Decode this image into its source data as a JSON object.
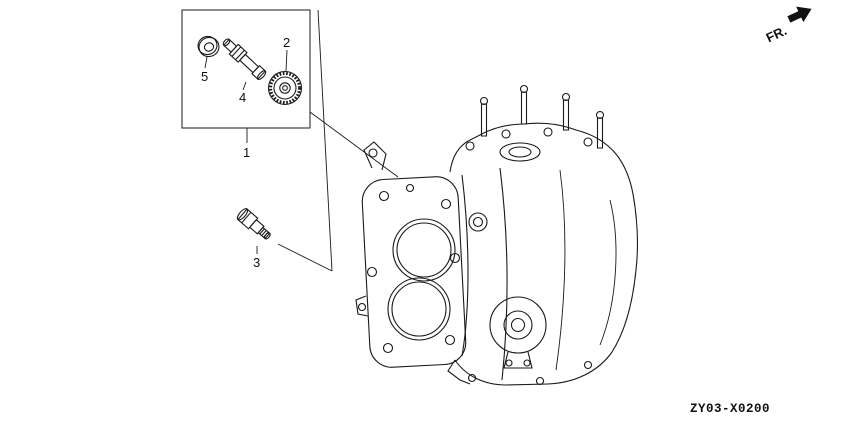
{
  "colors": {
    "line": "#1a1a1a",
    "background": "#ffffff",
    "text": "#111111"
  },
  "callouts": {
    "c1": "1",
    "c2": "2",
    "c3": "3",
    "c4": "4",
    "c5": "5"
  },
  "fr_label": "FR.",
  "diagram_code": "ZY03-X0200"
}
